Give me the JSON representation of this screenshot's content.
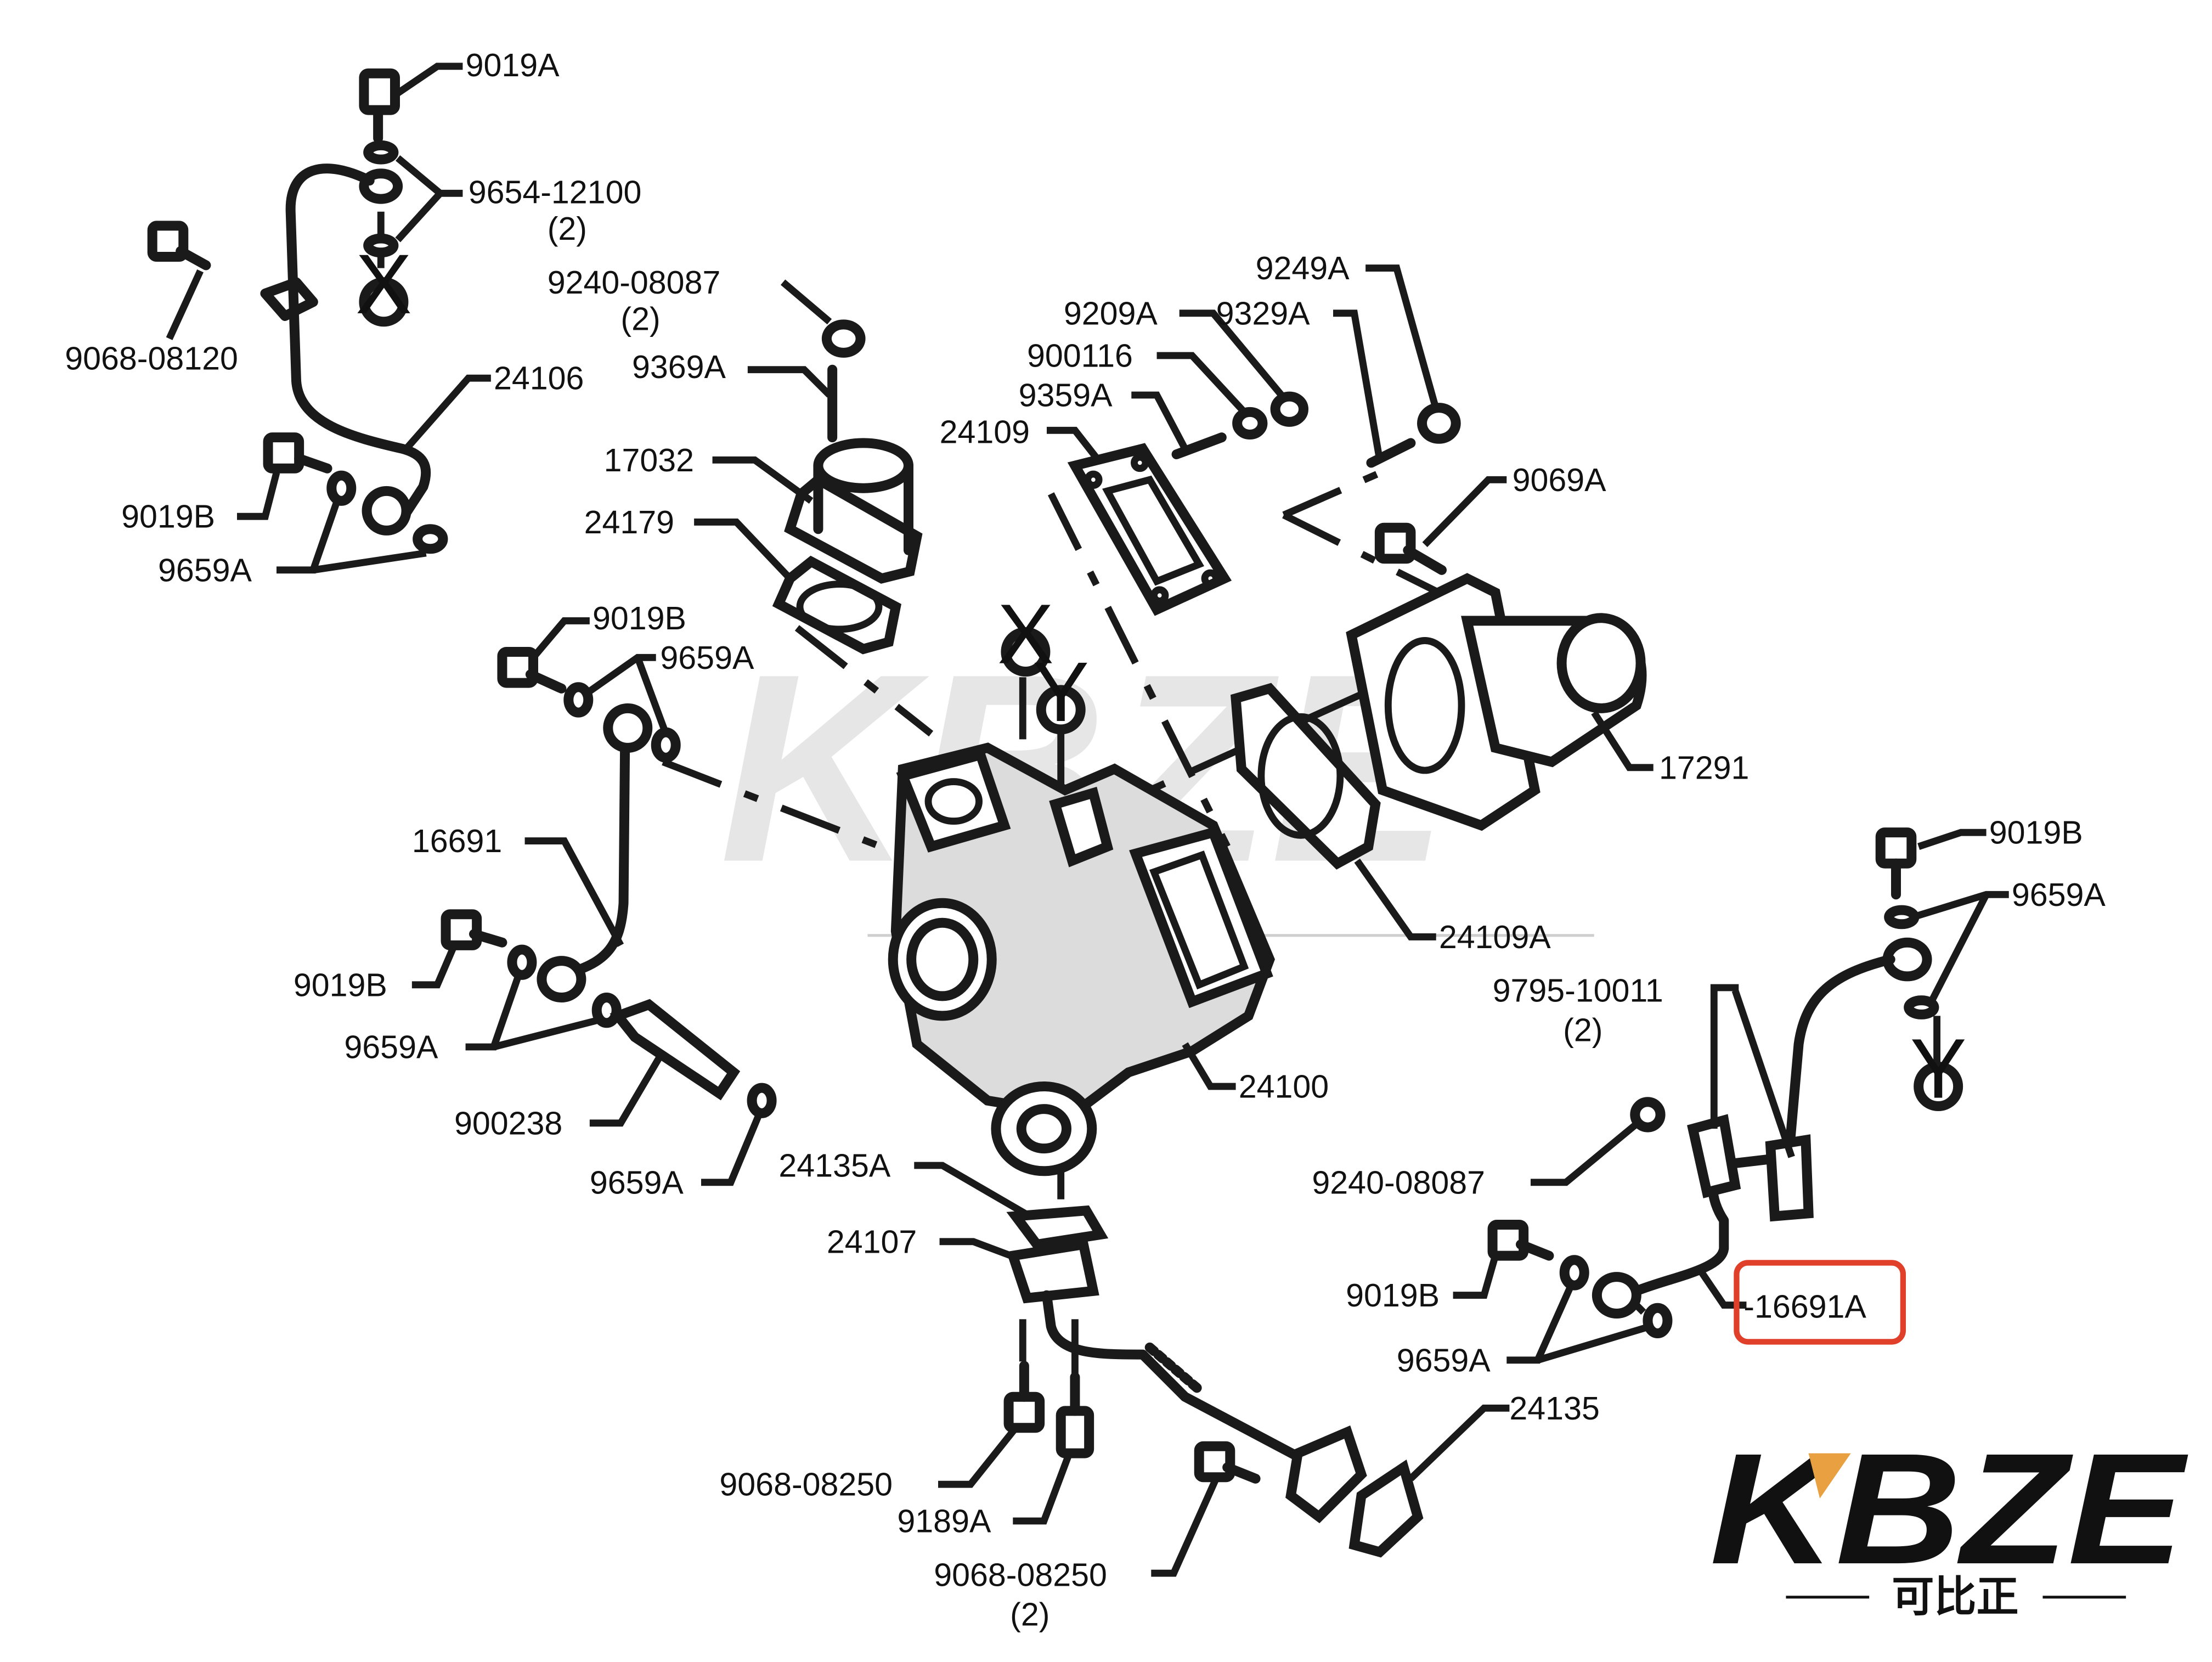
{
  "labels": {
    "l9019A_top": "9019A",
    "l9654": "9654-12100",
    "l9654q": "(2)",
    "l9068_08120": "9068-08120",
    "l9240_top": "9240-08087",
    "l9240_top_q": "(2)",
    "l9369A": "9369A",
    "l24106": "24106",
    "l17032": "17032",
    "l24179": "24179",
    "l9019B_a": "9019B",
    "l9659A_a": "9659A",
    "l9019B_b": "9019B",
    "l9659A_b": "9659A",
    "l16691": "16691",
    "l9019B_c": "9019B",
    "l9659A_c": "9659A",
    "l900238": "900238",
    "l9659A_d": "9659A",
    "l9249A": "9249A",
    "l9209A": "9209A",
    "l9329A": "9329A",
    "l900116": "900116",
    "l9359A": "9359A",
    "l24109": "24109",
    "l9069A": "9069A",
    "l17291": "17291",
    "l24109A": "24109A",
    "l24100": "24100",
    "l24135A": "24135A",
    "l24107": "24107",
    "l9068_08250_a": "9068-08250",
    "l9189A": "9189A",
    "l9068_08250_b": "9068-08250",
    "l9068_08250_bq": "(2)",
    "l9019B_d": "9019B",
    "l9659A_e": "9659A",
    "l9795": "9795-10011",
    "l9795q": "(2)",
    "l9240_right": "9240-08087",
    "l9019B_e": "9019B",
    "l9659A_f": "9659A",
    "l16691A": "-16691A",
    "l24135": "24135"
  },
  "callouts": {
    "x1": "X",
    "x2": "X",
    "y1": "Y",
    "y2": "Y"
  },
  "watermark": "KBZE",
  "logo": {
    "text": "KBZE",
    "sub": "可比正",
    "accent": "#e8a040"
  },
  "highlight_color": "#e0402a"
}
